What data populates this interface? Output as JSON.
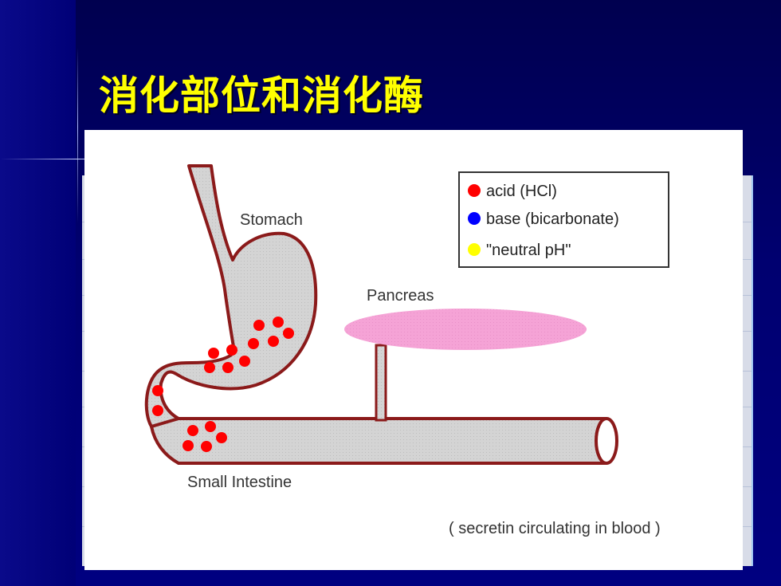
{
  "slide": {
    "title": "消化部位和消化酶"
  },
  "diagram": {
    "organs": {
      "stomach": "Stomach",
      "pancreas": "Pancreas",
      "small_intestine": "Small Intestine"
    },
    "legend": [
      {
        "label": "acid (HCl)",
        "color": "#ff0000"
      },
      {
        "label": "base (bicarbonate)",
        "color": "#0000ff"
      },
      {
        "label": "\"neutral pH\"",
        "color": "#ffff00"
      }
    ],
    "caption": "( secretin circulating in blood )",
    "colors": {
      "organ_outline": "#8b1a1a",
      "organ_fill": "#d4d4d4",
      "pancreas_fill": "#f5a3d6",
      "acid_dot": "#ff0000"
    }
  }
}
